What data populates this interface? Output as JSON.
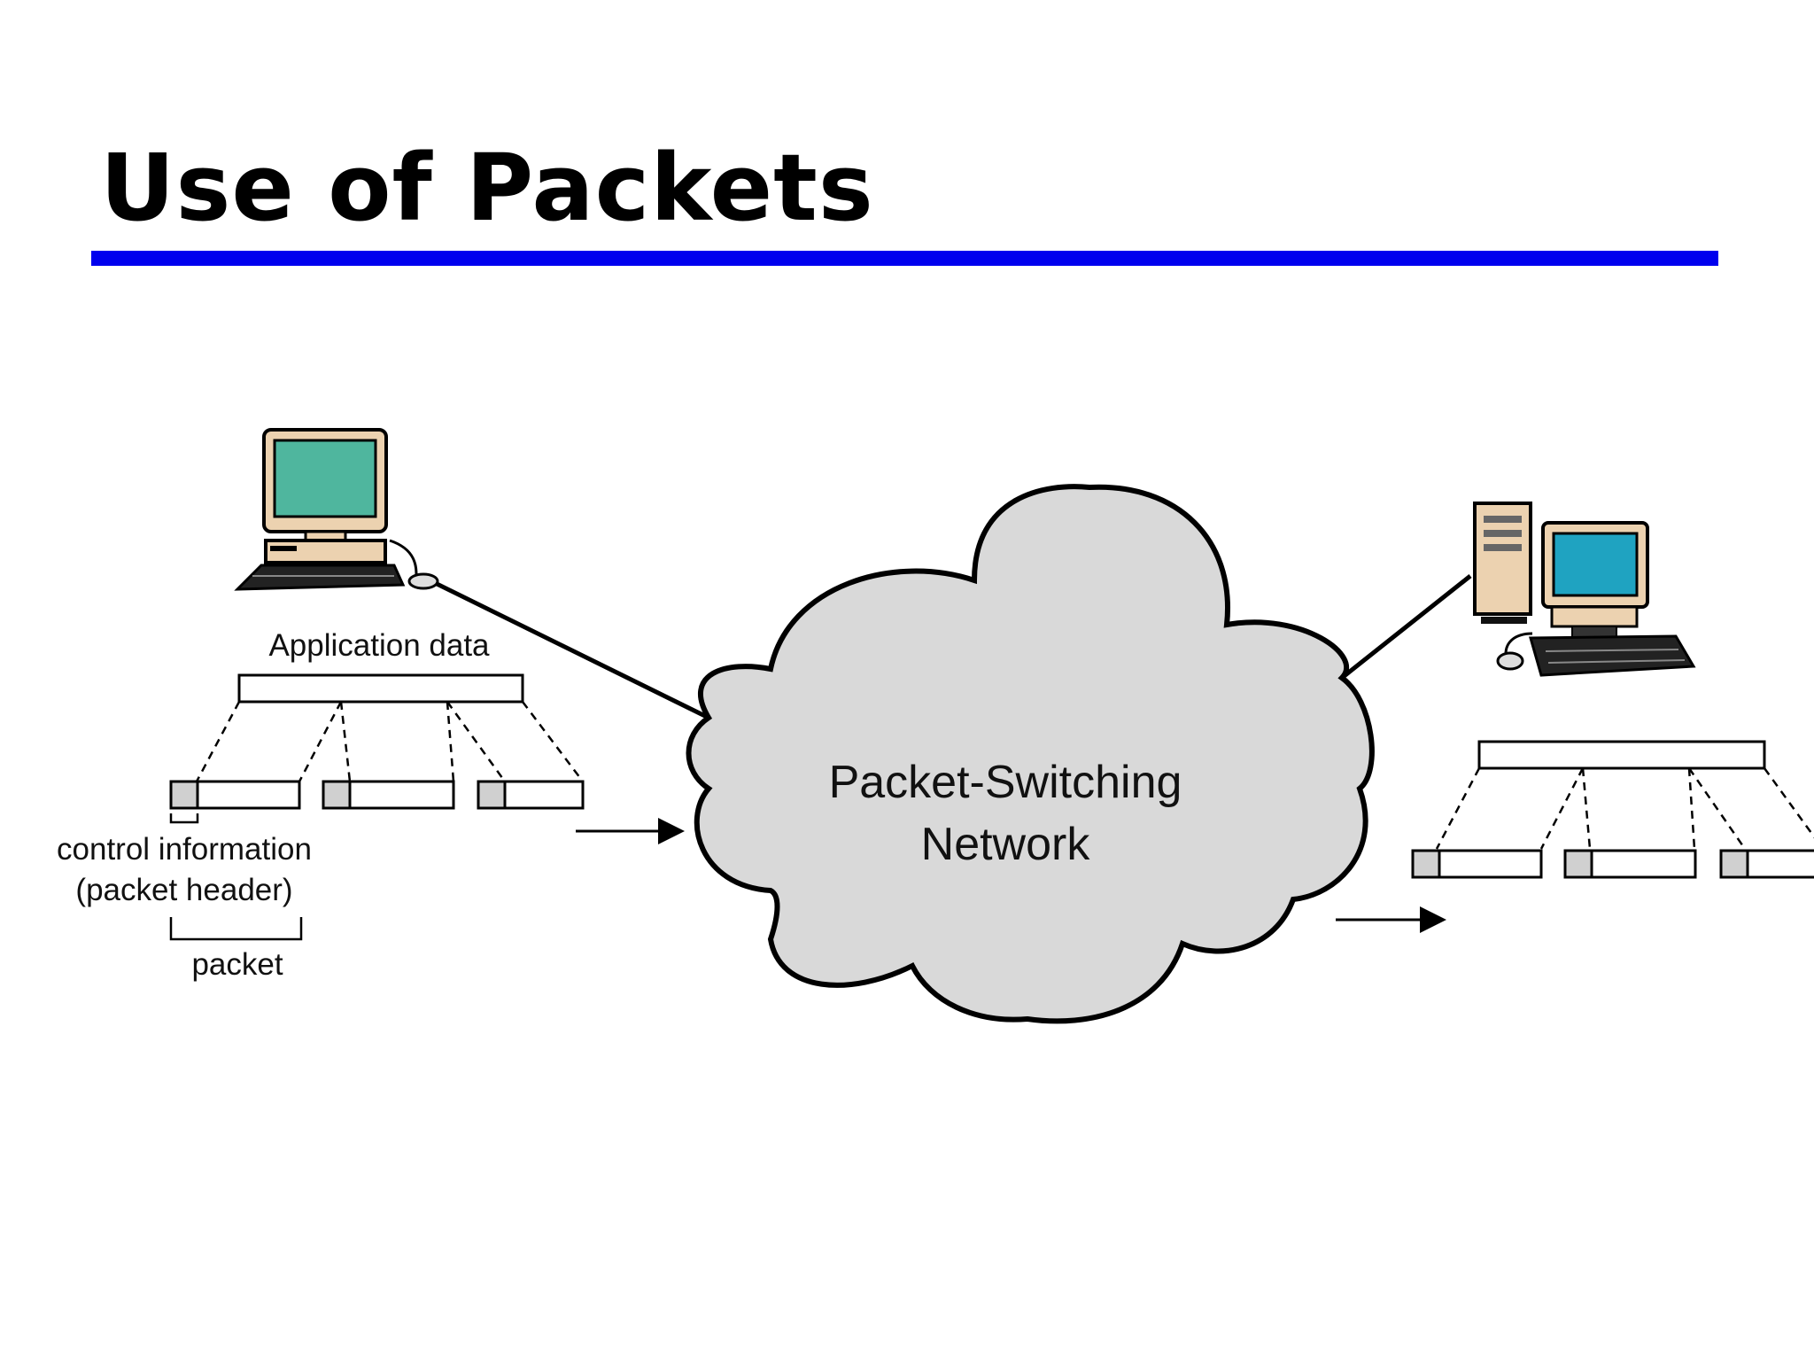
{
  "title": "Use of Packets",
  "colors": {
    "title_rule": "#0000ee",
    "cloud_fill": "#d9d9d9",
    "header_fill": "#d0d0d0",
    "monitor_left": "#4fb69e",
    "monitor_right": "#1fa3c1",
    "casing": "#ecd2b0"
  },
  "diagram": {
    "application_data_label": "Application data",
    "control_info_label_line1": "control information",
    "control_info_label_line2": "(packet header)",
    "packet_label": "packet",
    "network_label_line1": "Packet-Switching",
    "network_label_line2": "Network",
    "left_computer_icon": "desktop-computer-icon",
    "right_computer_icon": "tower-computer-icon"
  }
}
